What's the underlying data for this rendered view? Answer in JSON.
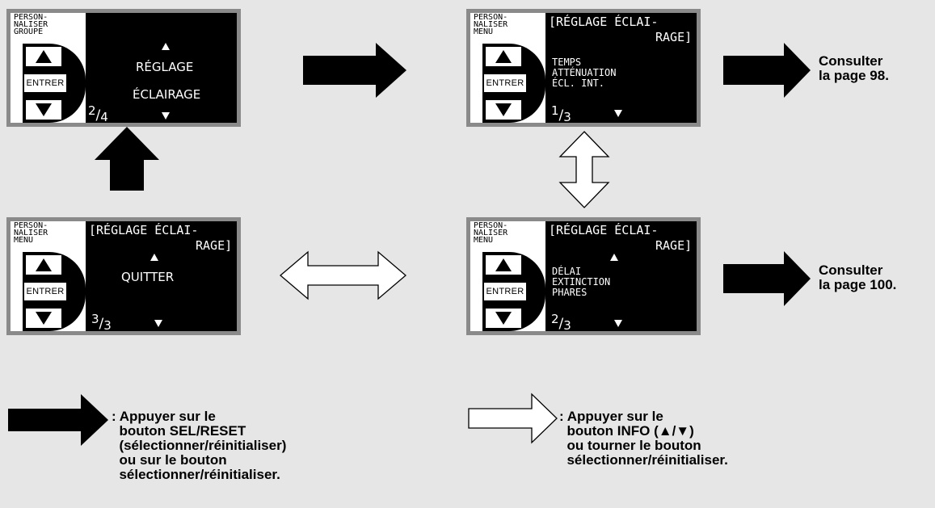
{
  "screens": {
    "personaliser_groupe": {
      "side_label": "PERSON-\nNALISER\nGROUPE",
      "enter": "ENTRER",
      "line1": "RÉGLAGE",
      "line2": "ÉCLAIRAGE",
      "page_num": "2",
      "page_den": "4"
    },
    "temps_attenuation": {
      "side_label": "PERSON-\nNALISER\nMENU",
      "enter": "ENTRER",
      "header1": "[RÉGLAGE ÉCLAI-",
      "header2": "RAGE]",
      "line1": "TEMPS",
      "line2": "ATTÉNUATION",
      "line3": "ÉCL. INT.",
      "page_num": "1",
      "page_den": "3"
    },
    "quitter": {
      "side_label": "PERSON-\nNALISER\nMENU",
      "enter": "ENTRER",
      "header1": "[RÉGLAGE ÉCLAI-",
      "header2": "RAGE]",
      "line1": "QUITTER",
      "page_num": "3",
      "page_den": "3"
    },
    "delai_extinction": {
      "side_label": "PERSON-\nNALISER\nMENU",
      "enter": "ENTRER",
      "header1": "[RÉGLAGE ÉCLAI-",
      "header2": "RAGE]",
      "line1": "DÉLAI",
      "line2": "EXTINCTION",
      "line3": "PHARES",
      "page_num": "2",
      "page_den": "3"
    }
  },
  "references": {
    "page98": "Consulter\nla page 98.",
    "page100": "Consulter\nla page 100."
  },
  "legend": {
    "black_arrow": ": Appuyer sur le\n  bouton SEL/RESET\n  (sélectionner/réinitialiser)\n  ou sur le bouton\n  sélectionner/réinitialiser.",
    "white_arrow": ": Appuyer sur le\n  bouton INFO (▲/▼)\n  ou tourner le bouton\n  sélectionner/réinitialiser."
  },
  "colors": {
    "background": "#e6e6e6",
    "screen": "#000000",
    "frame": "#8a8a8a"
  }
}
